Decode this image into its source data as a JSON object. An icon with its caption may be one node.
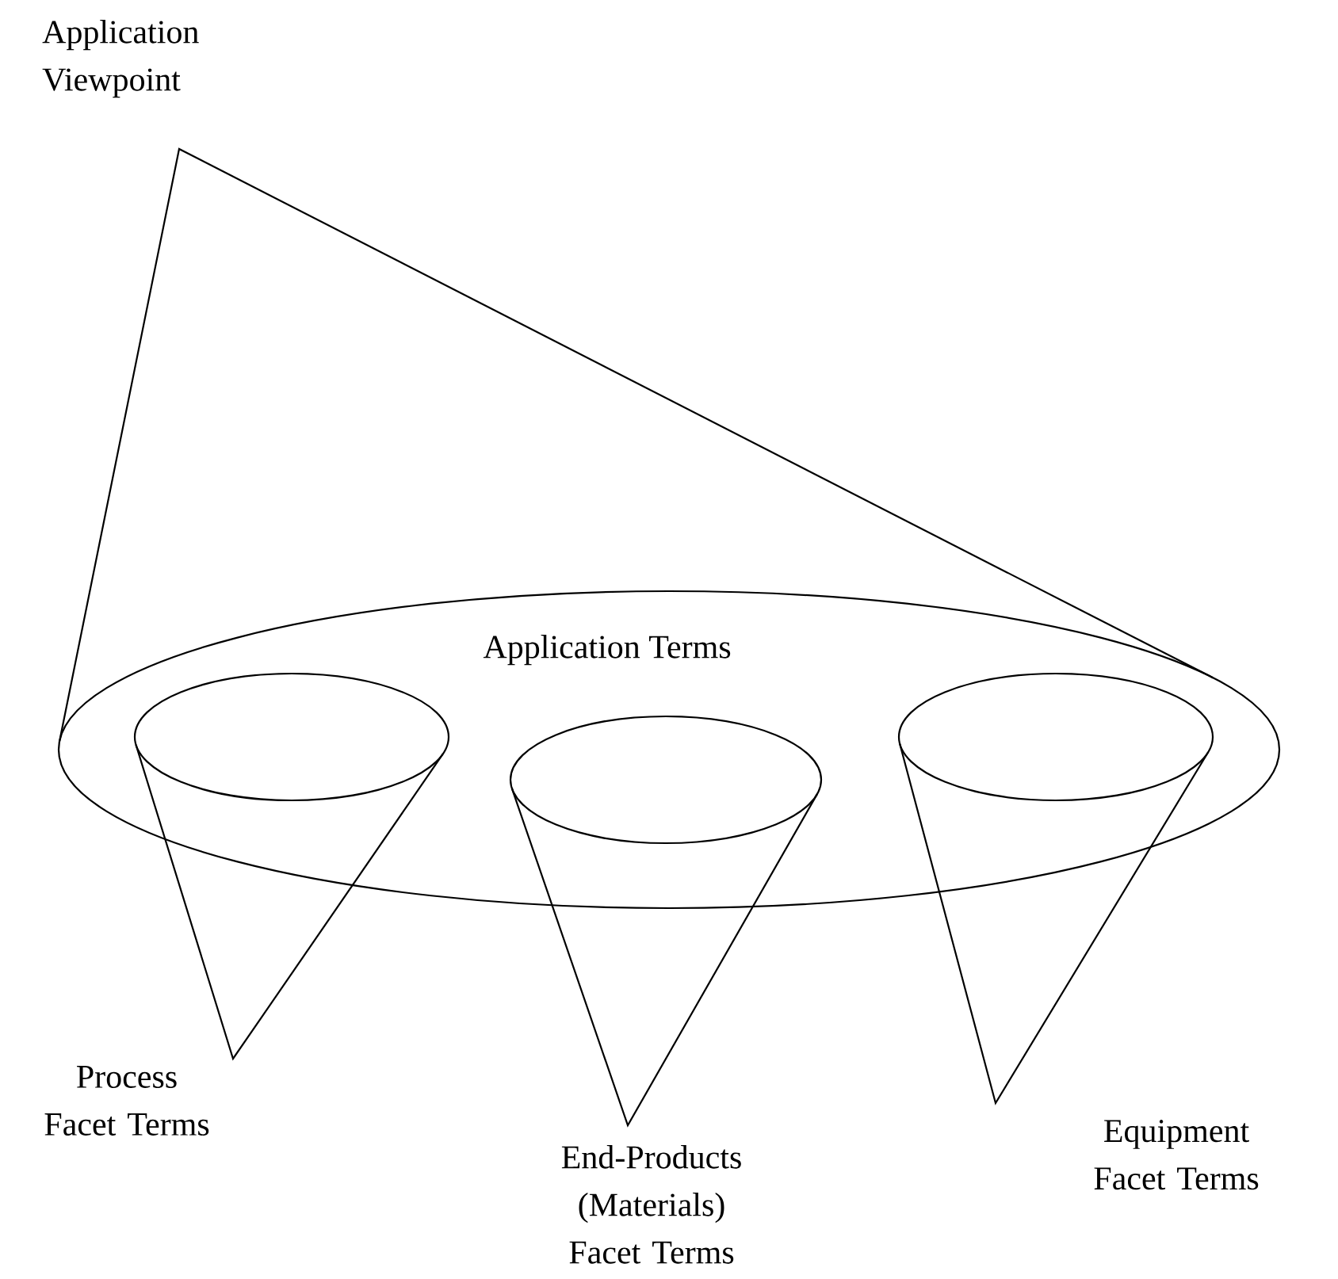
{
  "diagram": {
    "nodes": [
      {
        "text": [
          "Application Terms"
        ],
        "beside": [
          "Application Viewpoint"
        ]
      },
      {
        "text": [],
        "shape": "cone",
        "beside": [
          "Process Facet Terms"
        ]
      },
      {
        "text": [],
        "shape": "cone",
        "beside": [
          "End-Products (Materials) Facet Terms"
        ]
      },
      {
        "text": [],
        "shape": "cone",
        "beside": [
          "Equipment Facet Terms"
        ]
      }
    ],
    "edges": []
  }
}
